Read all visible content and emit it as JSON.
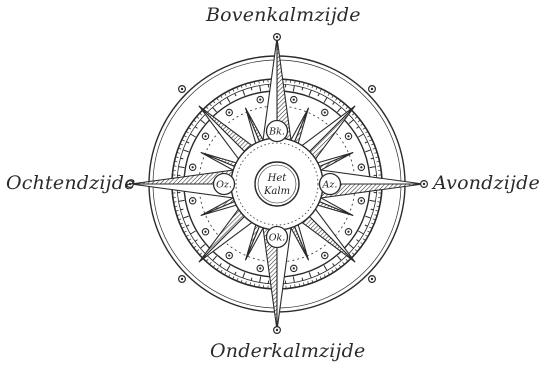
{
  "labels": {
    "north": "Bovenkalmzijde",
    "south": "Onderkalmzijde",
    "west": "Ochtendzijde",
    "east": "Avondzijde"
  },
  "inner_labels": {
    "north": "Bk.",
    "south": "Ok.",
    "west": "Oz.",
    "east": "Az."
  },
  "center": {
    "line1": "Het",
    "line2": "Kalm"
  },
  "colors": {
    "ink": "#2b2b2b",
    "background": "#ffffff"
  }
}
